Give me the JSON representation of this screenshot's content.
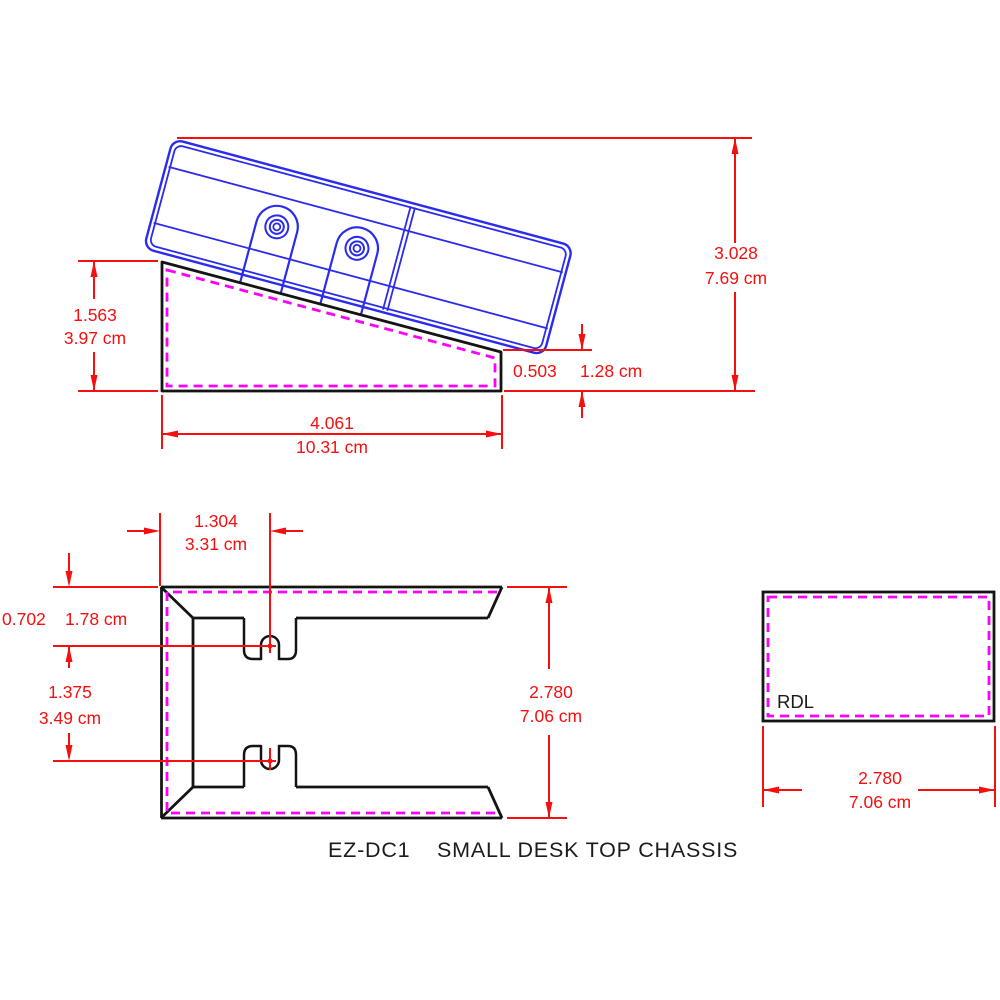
{
  "colors": {
    "line_blue": "#2b2bef",
    "dash_magenta": "#fb00fb",
    "dim_red": "#f50f0f",
    "ink_black": "#141414"
  },
  "title": {
    "model": "EZ-DC1",
    "name": "SMALL DESK TOP CHASSIS"
  },
  "side_view": {
    "height_left_in": "1.563",
    "height_left_cm": "3.97 cm",
    "height_total_in": "3.028",
    "height_total_cm": "7.69 cm",
    "height_right_in": "0.503",
    "height_right_cm": "1.28 cm",
    "width_in": "4.061",
    "width_cm": "10.31 cm"
  },
  "bottom_view": {
    "slot_inset_in": "1.304",
    "slot_inset_cm": "3.31 cm",
    "slot_top_offset_in": "0.702",
    "slot_top_offset_cm": "1.78 cm",
    "slot_spacing_in": "1.375",
    "slot_spacing_cm": "3.49 cm",
    "depth_in": "2.780",
    "depth_cm": "7.06 cm"
  },
  "rear_view": {
    "label": "RDL",
    "width_in": "2.780",
    "width_cm": "7.06 cm"
  }
}
